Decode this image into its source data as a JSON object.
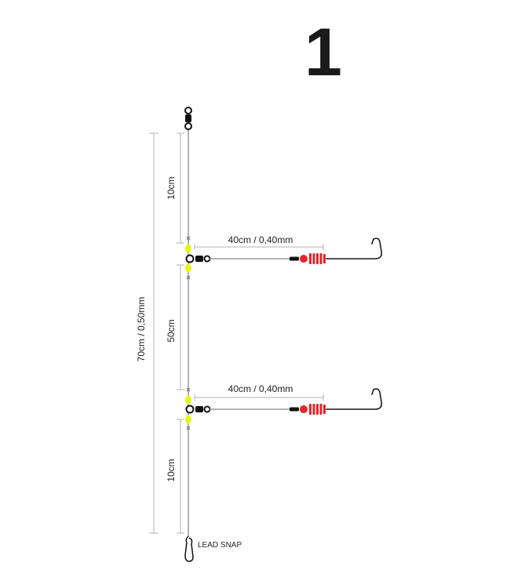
{
  "rig_number": "1",
  "dimensions": {
    "top_section": "10cm",
    "middle_section": "50cm",
    "bottom_section": "10cm",
    "total_length": "70cm / 0,50mm",
    "upper_dropper": "40cm / 0,40mm",
    "lower_dropper": "40cm / 0,40mm"
  },
  "labels": {
    "lead_snap": "LEAD SNAP"
  },
  "colors": {
    "line": "#9a9a9a",
    "dimension_line": "#b0b0b0",
    "swivel": "#111111",
    "bead_yellow": "#e6f51a",
    "bead_red": "#e8232a",
    "hook": "#1a1a1a"
  }
}
